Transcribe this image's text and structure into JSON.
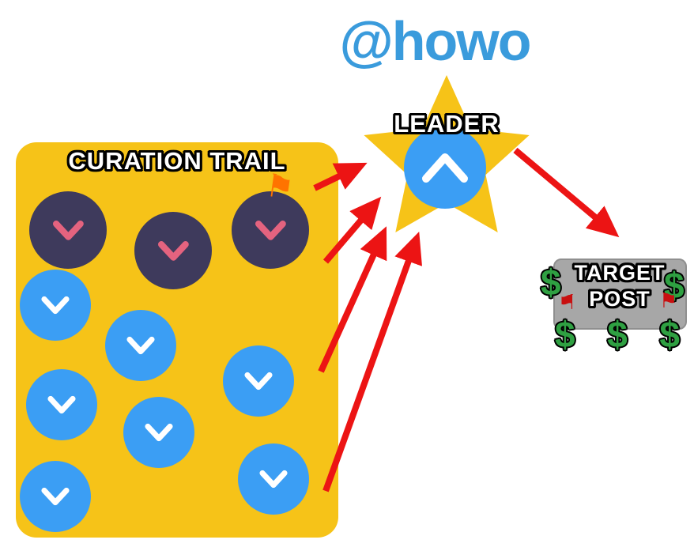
{
  "username": "@howo",
  "curation_trail": {
    "title": "CURATION TRAIL",
    "downvote_count": 3,
    "upvote_count": 7
  },
  "leader": {
    "label": "LEADER"
  },
  "target_post": {
    "line1": "TARGET",
    "line2": "POST",
    "dollar_left": "$",
    "dollar_right": "$",
    "dollars_bottom": [
      "$",
      "$",
      "$"
    ],
    "flag": "⚑"
  },
  "trail_flag": "⚑",
  "colors": {
    "panel_yellow": "#F6C318",
    "upvote_blue": "#3B9EF4",
    "downvote_dark": "#3E3A5C",
    "downvote_chevron_pink": "#E4637F",
    "arrow_red": "#EC1414",
    "username_blue": "#3A9BDC",
    "dollar_green": "#2FA042",
    "flag_red": "#C81010",
    "trail_flag_orange": "#FF7300",
    "target_gray": "#A7A7A7"
  }
}
